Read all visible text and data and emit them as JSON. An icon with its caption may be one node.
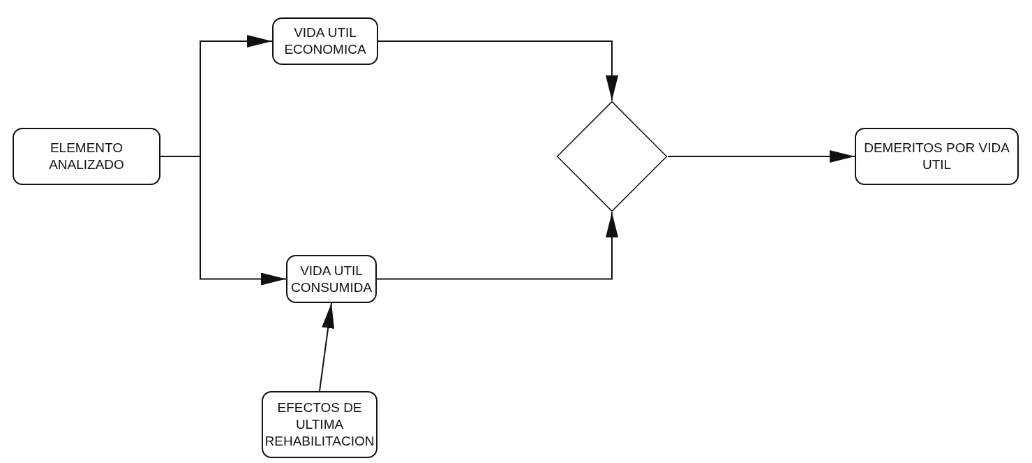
{
  "diagram": {
    "nodes": [
      {
        "text": [
          "ELEMENTO ANALIZADO"
        ]
      },
      {
        "text": [
          "VIDA UTIL ECONOMICA"
        ]
      },
      {
        "text": [
          "VIDA UTIL CONSUMIDA"
        ]
      },
      {
        "text": [],
        "shape": "diamond"
      },
      {
        "text": [
          "DEMERITOS POR VIDA UTIL"
        ]
      },
      {
        "text": [
          "EFECTOS DE ULTIMA REHABILITACION"
        ]
      }
    ],
    "edges": [
      {
        "from": 0,
        "to": 1,
        "arrow": "to"
      },
      {
        "from": 0,
        "to": 2,
        "arrow": "to"
      },
      {
        "from": 1,
        "to": 3,
        "arrow": "to"
      },
      {
        "from": 2,
        "to": 3,
        "arrow": "to"
      },
      {
        "from": 3,
        "to": 4,
        "arrow": "to"
      },
      {
        "from": 5,
        "to": 2,
        "arrow": "to"
      }
    ]
  }
}
